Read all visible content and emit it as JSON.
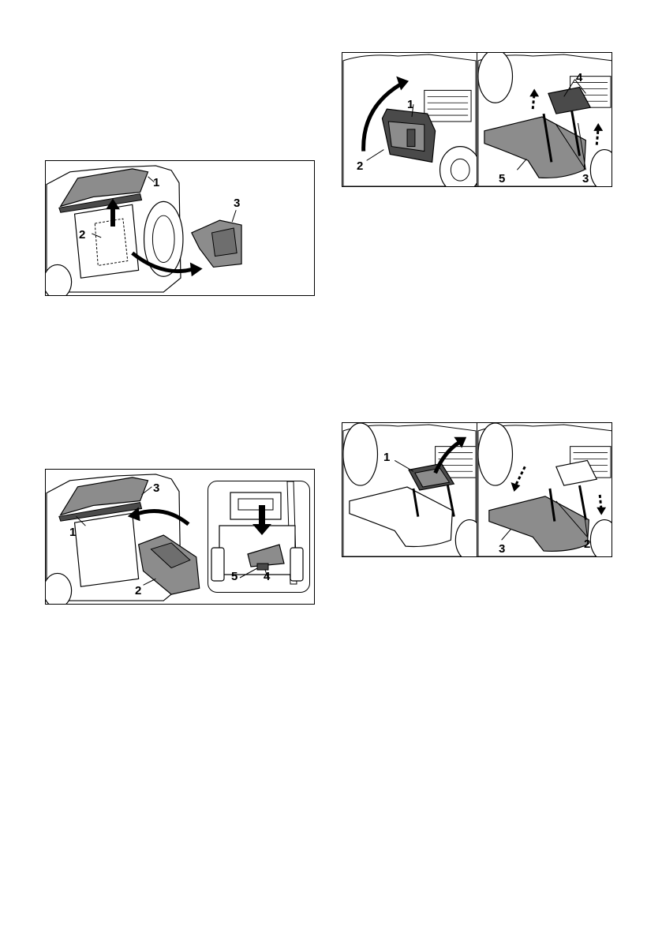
{
  "figures": {
    "fig_a": {
      "callouts": [
        "1",
        "2",
        "3"
      ]
    },
    "fig_b": {
      "callouts": [
        "1",
        "2",
        "3",
        "4",
        "5"
      ]
    },
    "fig_c": {
      "left_callouts": [
        "1",
        "2"
      ],
      "right_callouts": [
        "3",
        "4",
        "5"
      ]
    },
    "fig_d": {
      "left_callouts": [
        "1"
      ],
      "right_callouts": [
        "2",
        "3"
      ]
    }
  },
  "colors": {
    "ink": "#000000",
    "part_fill": "#8c8c8c",
    "part_dark": "#4a4a4a",
    "paper": "#ffffff"
  }
}
